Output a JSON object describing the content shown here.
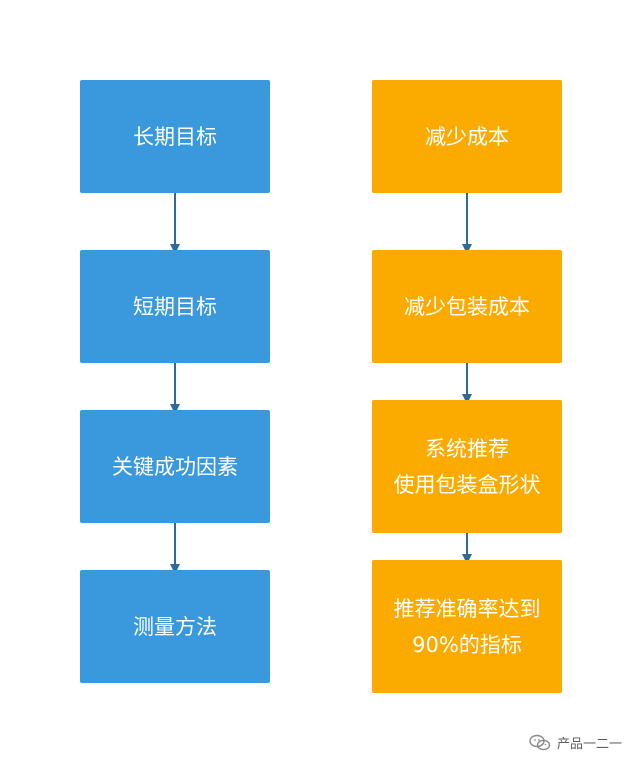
{
  "left_flow": {
    "steps": [
      {
        "label": "长期目标"
      },
      {
        "label": "短期目标"
      },
      {
        "label": "关键成功因素"
      },
      {
        "label": "测量方法"
      }
    ]
  },
  "right_flow": {
    "steps": [
      {
        "lines": [
          "减少成本"
        ]
      },
      {
        "lines": [
          "减少包装成本"
        ]
      },
      {
        "lines": [
          "系统推荐",
          "使用包装盒形状"
        ]
      },
      {
        "lines": [
          "推荐准确率达到",
          "90%的指标"
        ]
      }
    ]
  },
  "colors": {
    "left_box": "#3a99dc",
    "right_box": "#fbab00",
    "arrow": "#2f6b99",
    "text": "#ffffff"
  },
  "watermark": {
    "text": "产品一二一",
    "icon": "wechat-icon"
  }
}
